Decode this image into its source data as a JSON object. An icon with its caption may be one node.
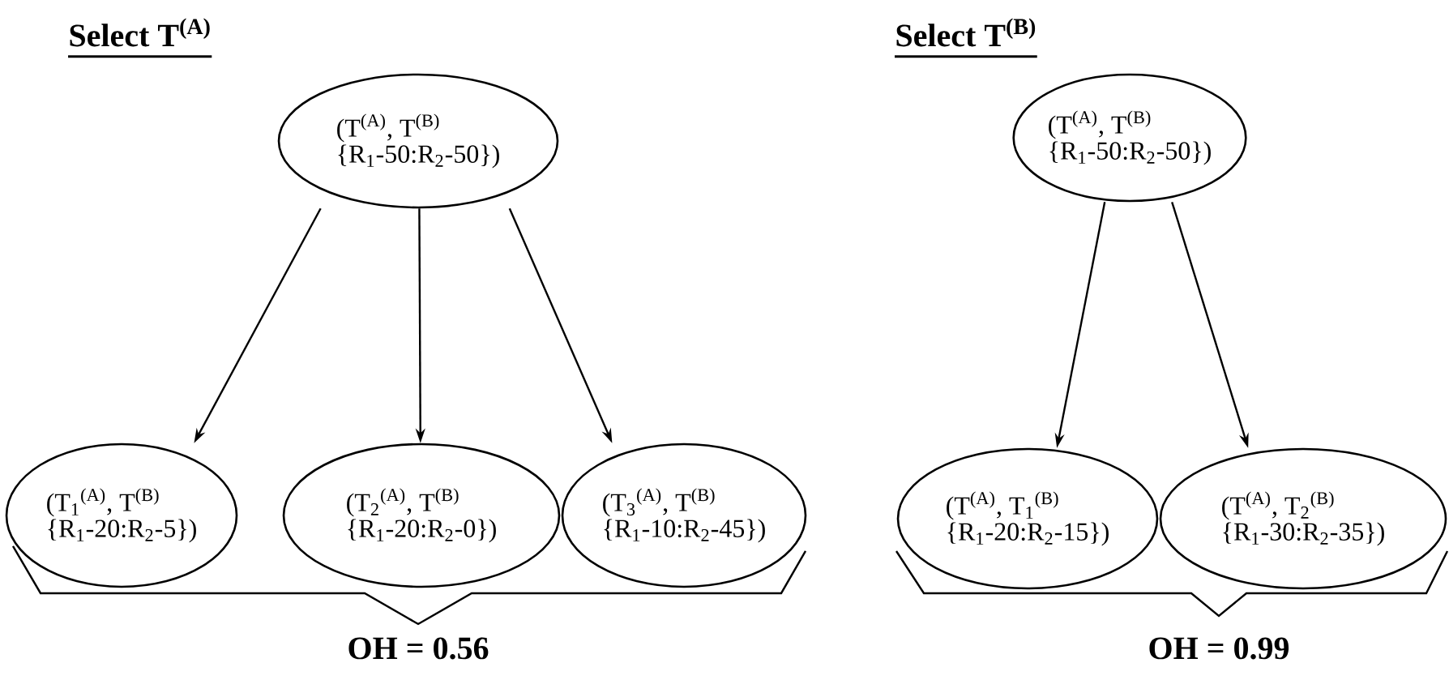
{
  "diagram": {
    "nodes": [
      {
        "text": [
          "(T$^{(A)}$, T$^{(B)}$",
          "{R$_{1}$-50:R$_{2}$-50})"
        ]
      },
      {
        "text": [
          "(T$_{1}$$^{(A)}$, T$^{(B)}$",
          "{R$_{1}$-20:R$_{2}$-5})"
        ]
      },
      {
        "text": [
          "(T$_{2}$$^{(A)}$, T$^{(B)}$",
          "{R$_{1}$-20:R$_{2}$-0})"
        ]
      },
      {
        "text": [
          "(T$_{3}$$^{(A)}$, T$^{(B)}$",
          "{R$_{1}$-10:R$_{2}$-45})"
        ]
      },
      {
        "text": [
          "(T$^{(A)}$, T$^{(B)}$",
          "{R$_{1}$-50:R$_{2}$-50})"
        ]
      },
      {
        "text": [
          "(T$^{(A)}$, T$_{1}$$^{(B)}$",
          "{R$_{1}$-20:R$_{2}$-15})"
        ]
      },
      {
        "text": [
          "(T$^{(A)}$, T$_{2}$$^{(B)}$",
          "{R$_{1}$-30:R$_{2}$-35})"
        ]
      }
    ],
    "edges": [
      {
        "from": 0,
        "to": 1,
        "arrow": "to"
      },
      {
        "from": 0,
        "to": 2,
        "arrow": "to"
      },
      {
        "from": 0,
        "to": 3,
        "arrow": "to"
      },
      {
        "from": 4,
        "to": 5,
        "arrow": "to"
      },
      {
        "from": 4,
        "to": 6,
        "arrow": "to"
      }
    ],
    "labels": [
      "Select T$^{(A)}$",
      "Select T$^{(B)}$",
      "OH = 0.56",
      "OH = 0.99"
    ]
  }
}
